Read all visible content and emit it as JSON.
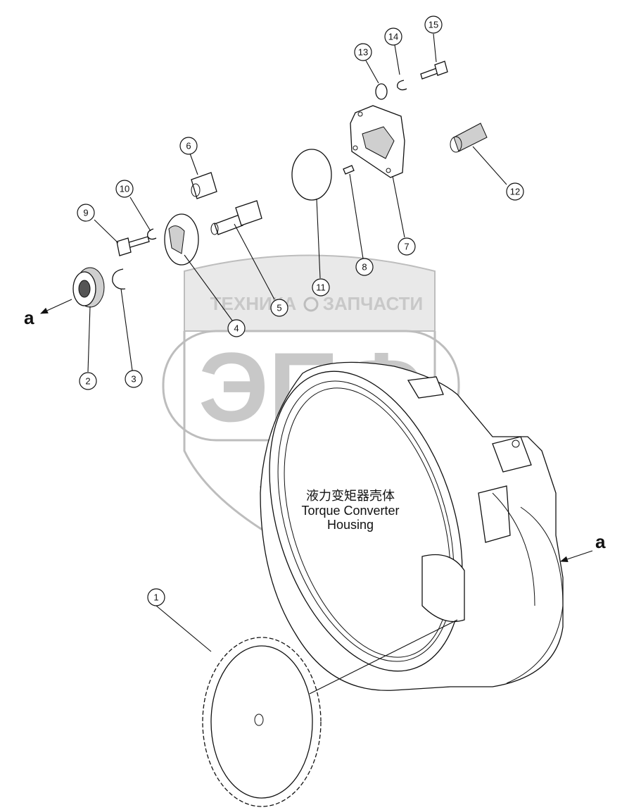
{
  "watermark": {
    "top_text_left": "ТЕХНИКА",
    "top_text_right": "ЗАПЧАСТИ",
    "big_letters": "ЭПФ"
  },
  "housing_label": {
    "line1": "液力变矩器壳体",
    "line2": "Torque Converter",
    "line3": "Housing"
  },
  "view_letters": {
    "left": "a",
    "right": "a"
  },
  "callouts": [
    "1",
    "2",
    "3",
    "4",
    "5",
    "6",
    "7",
    "8",
    "9",
    "10",
    "11",
    "12",
    "13",
    "14",
    "15"
  ]
}
